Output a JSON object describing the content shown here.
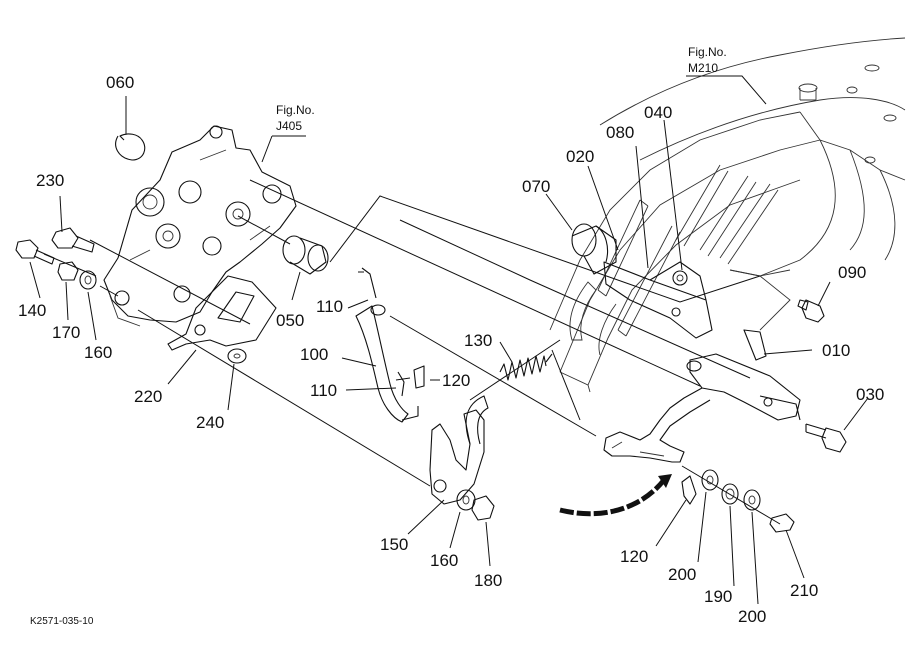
{
  "diagram": {
    "drawing_code": "K2571-035-10",
    "fig_refs": [
      {
        "line1": "Fig.No.",
        "line2": "J405"
      },
      {
        "line1": "Fig.No.",
        "line2": "M210"
      }
    ],
    "part_labels": [
      "060",
      "230",
      "140",
      "170",
      "160",
      "220",
      "240",
      "050",
      "110",
      "100",
      "110",
      "120",
      "130",
      "150",
      "160",
      "180",
      "070",
      "020",
      "080",
      "040",
      "090",
      "010",
      "030",
      "120",
      "200",
      "190",
      "200",
      "210"
    ]
  },
  "colors": {
    "ink": "#111111",
    "background": "#ffffff"
  }
}
